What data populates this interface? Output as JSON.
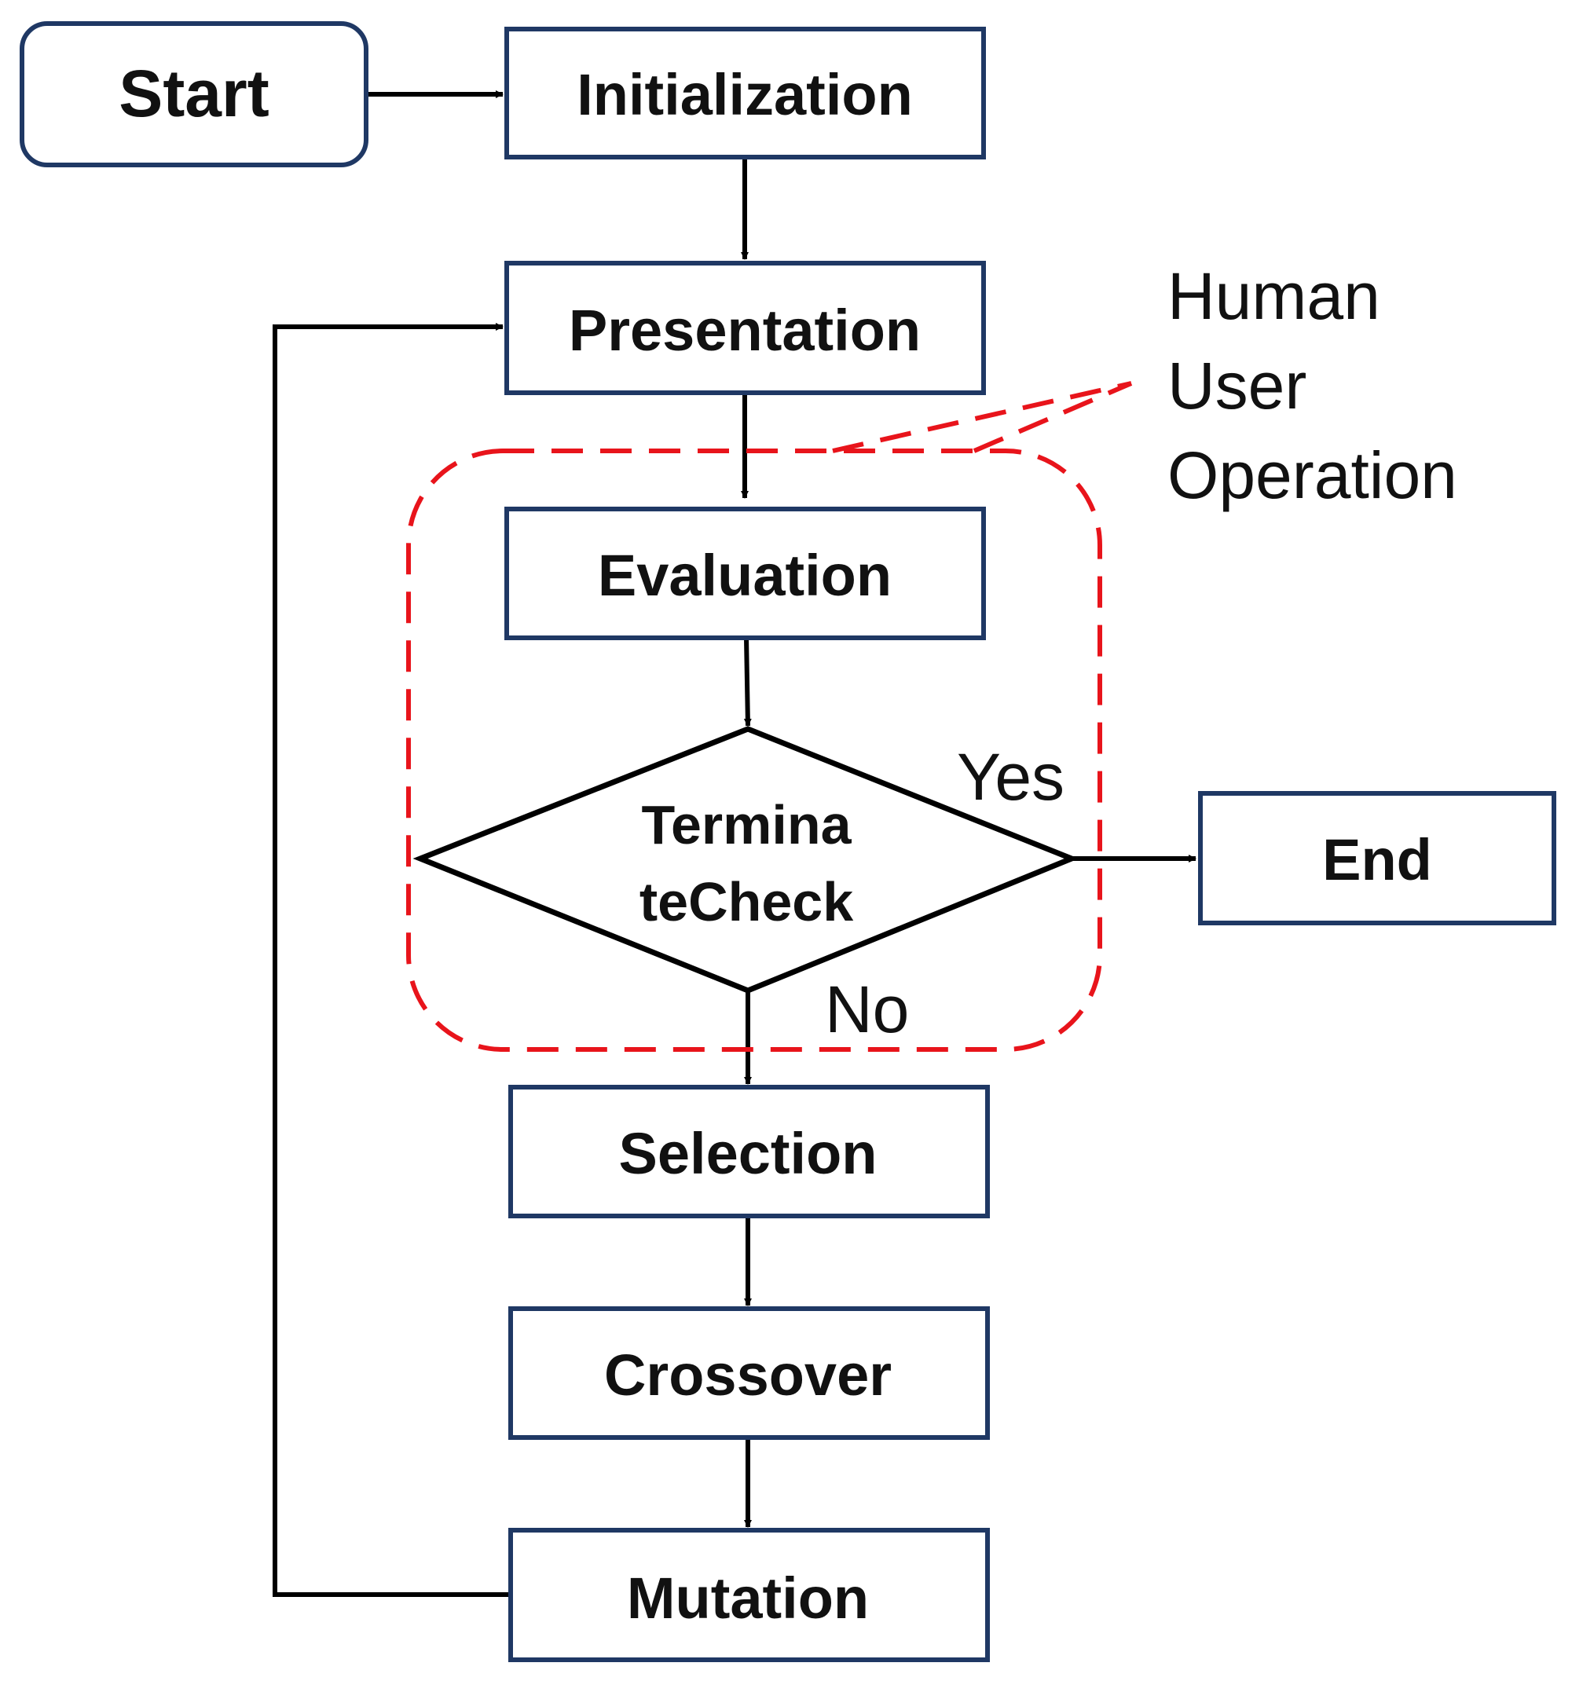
{
  "nodes": {
    "start": "Start",
    "initialization": "Initialization",
    "presentation": "Presentation",
    "evaluation": "Evaluation",
    "terminate_check": [
      "Termina",
      "teCheck"
    ],
    "end": "End",
    "selection": "Selection",
    "crossover": "Crossover",
    "mutation": "Mutation"
  },
  "edge_labels": {
    "yes": "Yes",
    "no": "No"
  },
  "annotation": {
    "lines": [
      "Human",
      "User",
      "Operation"
    ]
  },
  "colors": {
    "box_border": "#1f3864",
    "arrow": "#000000",
    "annotation_dash": "#e8141b",
    "text": "#111111"
  }
}
